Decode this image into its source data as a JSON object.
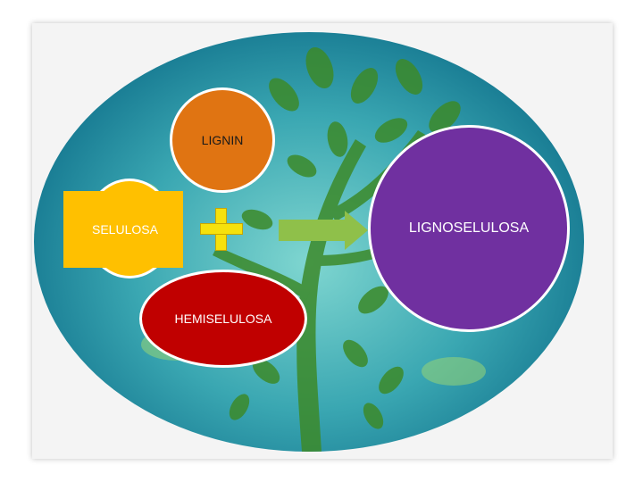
{
  "labels": {
    "lignin": "LIGNIN",
    "selulosa": "SELULOSA",
    "hemiselulosa": "HEMISELULOSA",
    "lignoselulosa": "LIGNOSELULOSA"
  },
  "colors": {
    "lignin": "#e07412",
    "selulosa": "#ffc000",
    "hemiselulosa": "#c00000",
    "lignoselulosa": "#7030a0",
    "plus": "#f6e10c",
    "arrow": "#8fc04a",
    "tree": "#3c8a2a"
  },
  "icons": {
    "plus": "plus-icon",
    "arrow": "arrow-right-icon"
  }
}
